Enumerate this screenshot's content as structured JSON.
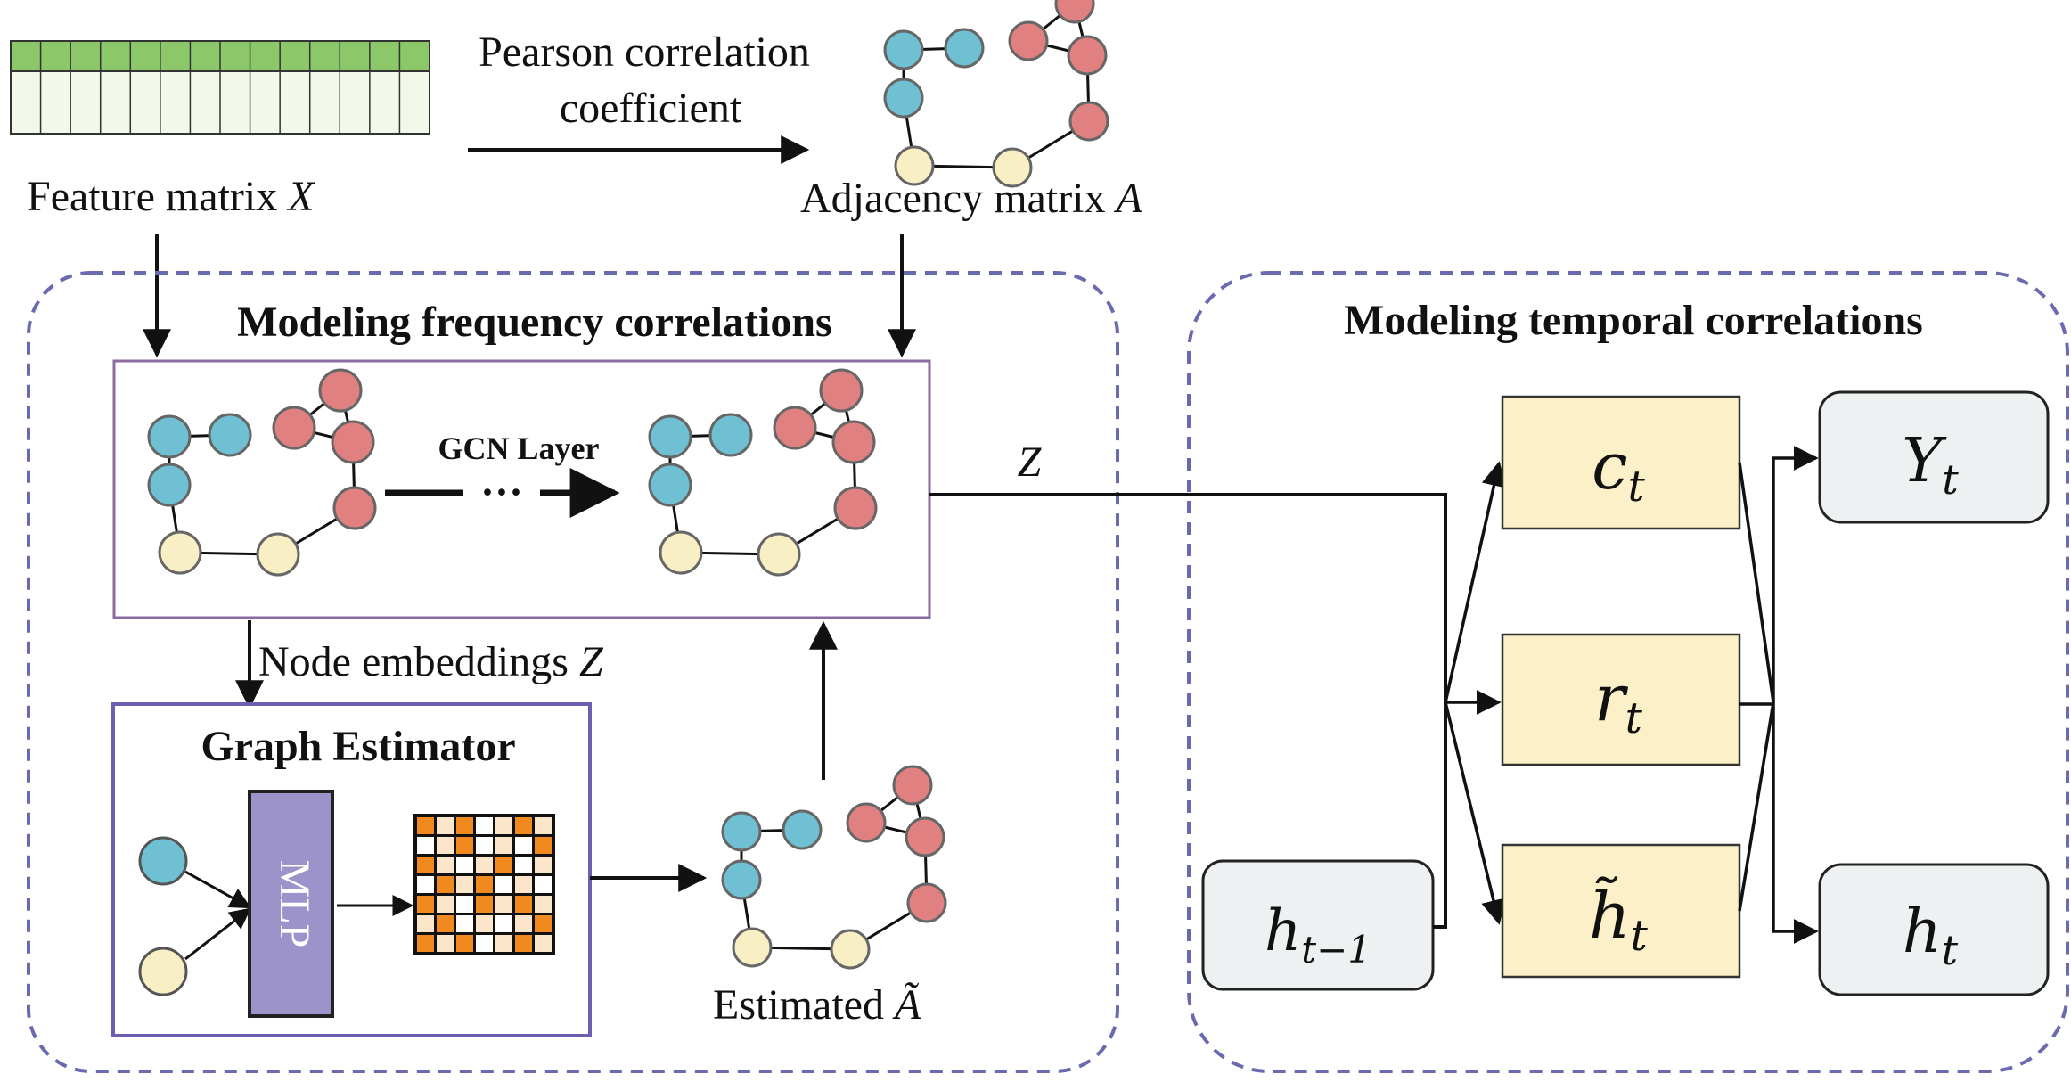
{
  "top": {
    "pearson_line1": "Pearson correlation",
    "pearson_line2": "coefficient",
    "feature_label": "Feature matrix ",
    "feature_symbol": "X",
    "adjacency_label": "Adjacency matrix ",
    "adjacency_symbol": "A"
  },
  "frequency_panel": {
    "title": "Modeling frequency correlations",
    "gcn_label": "GCN Layer",
    "ellipsis": "···",
    "z_output_symbol": "Z",
    "node_embeddings_label": "Node embeddings ",
    "node_embeddings_symbol": "Z",
    "estimator_title": "Graph Estimator",
    "mlp_label": "MLP",
    "estimated_label": "Estimated ",
    "estimated_symbol": "Ã"
  },
  "temporal_panel": {
    "title": "Modeling temporal correlations",
    "gate_c": "c",
    "gate_r": "r",
    "gate_h": "h̃",
    "sub_t": "t",
    "input_h": "h",
    "input_sub": "t−1",
    "out_y": "Y",
    "out_h": "h"
  },
  "colors": {
    "dashed_border": "#6a6ab0",
    "panel_border": "#8a6aa0",
    "estimator_border": "#6a5fb0",
    "node_blue": "#6fc0d3",
    "node_red": "#e08080",
    "node_cream": "#f8efc4",
    "gate_fill": "#fbf0c8",
    "output_fill": "#eef1f2",
    "mlp_fill": "#9b93c9",
    "matrix_green": "#8cc76a"
  }
}
